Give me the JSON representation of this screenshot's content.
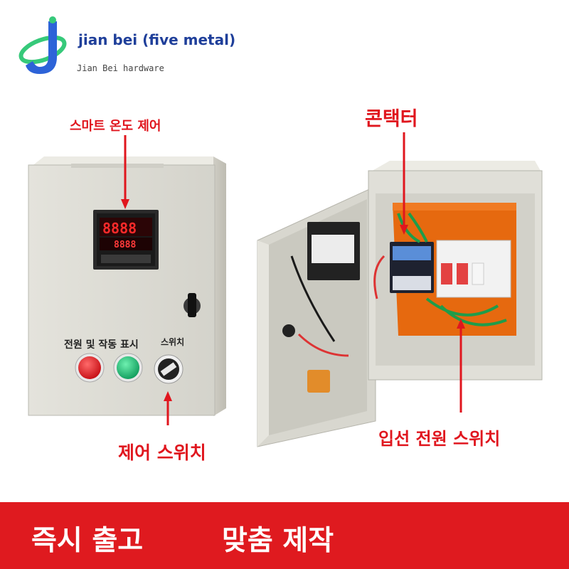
{
  "brand": {
    "name": "jian bei (five metal)",
    "subtitle": "Jian Bei hardware",
    "logo_letter": "J",
    "colors": {
      "primary": "#2d63d8",
      "accent": "#36c97a",
      "text": "#1f3f9a"
    }
  },
  "labels": {
    "smart_temp_control": "스마트 온도 제어",
    "contactor": "콘택터",
    "control_switch": "제어 스위치",
    "mains_switch": "입선 전원 스위치",
    "power_indicator": "전원 및 작동 표시",
    "panel_switch": "스위치",
    "label_color": "#e0161e"
  },
  "controller": {
    "top_display": "8888",
    "bottom_display": "8888"
  },
  "banner": {
    "left": "즉시 출고",
    "right": "맞춤 제작",
    "color": "#df1a1f"
  }
}
